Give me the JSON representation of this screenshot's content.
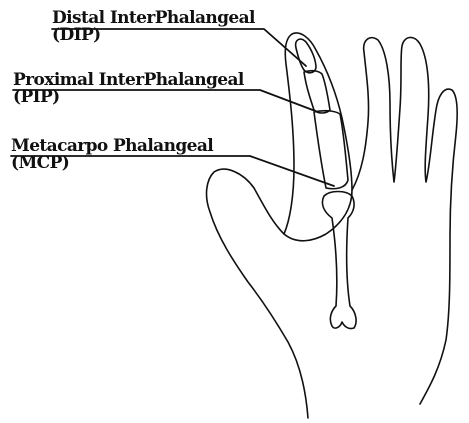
{
  "labels": {
    "dip": {
      "line1": "Distal InterPhalangeal",
      "line2": "(DIP)"
    },
    "pip": {
      "line1": "Proximal InterPhalangeal",
      "line2": "(PIP)"
    },
    "mcp": {
      "line1": "Metacarpo Phalangeal",
      "line2": "(MCP)"
    }
  },
  "colors": {
    "ink": "#111111",
    "background": "#ffffff"
  }
}
